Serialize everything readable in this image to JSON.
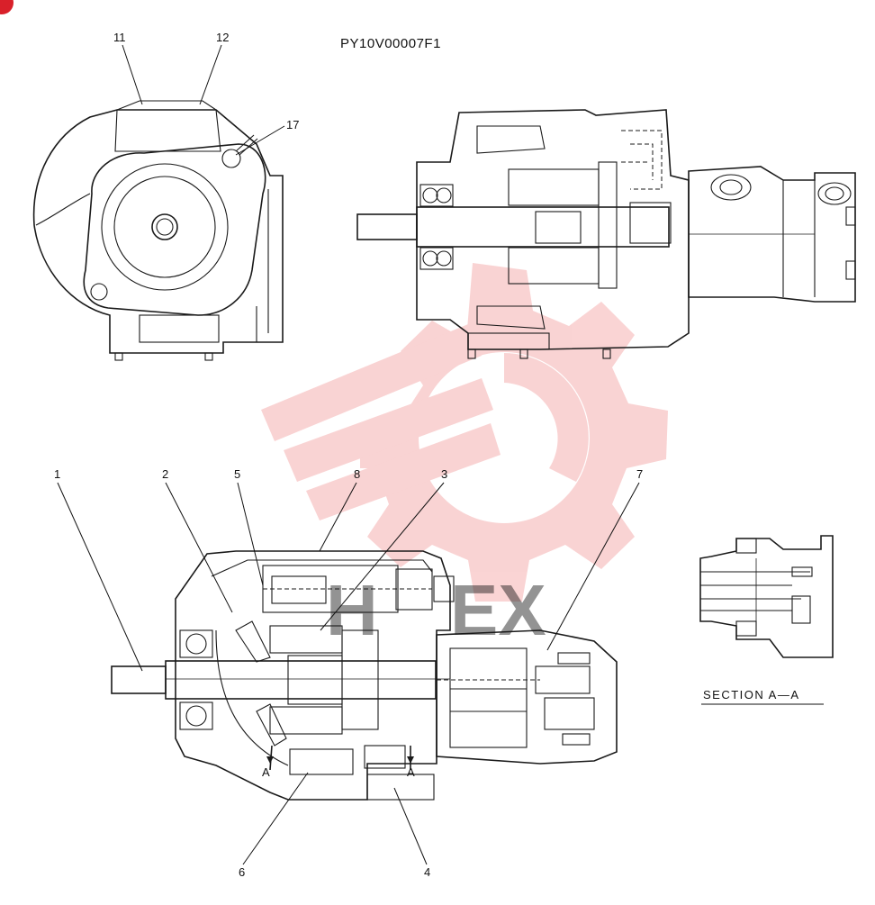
{
  "drawing_code": "PY10V00007F1",
  "callouts": {
    "c1": "1",
    "c2": "2",
    "c3": "3",
    "c4": "4",
    "c5": "5",
    "c6": "6",
    "c7": "7",
    "c8": "8",
    "c11": "11",
    "c12": "12",
    "c17": "17"
  },
  "section_marks": {
    "a_left": "A",
    "a_right": "A"
  },
  "section_caption": "SECTION  A—A",
  "watermark": {
    "brand_color": "#e83a3a",
    "icon": "gear-wrench-logo",
    "text_partial": "EX"
  },
  "corner_badge_color": "#d9202a"
}
